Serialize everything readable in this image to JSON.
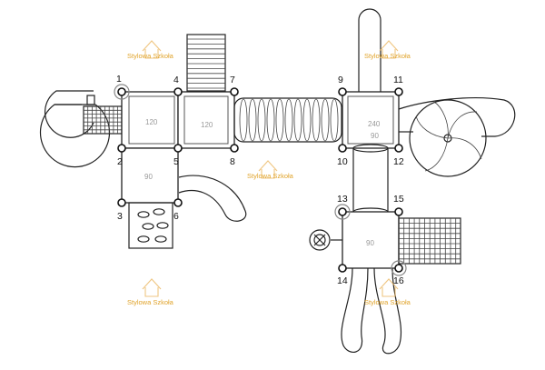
{
  "diagram": {
    "posts": [
      {
        "label": "1",
        "highlight": true
      },
      {
        "label": "2",
        "highlight": false
      },
      {
        "label": "3",
        "highlight": false
      },
      {
        "label": "4",
        "highlight": false
      },
      {
        "label": "5",
        "highlight": false
      },
      {
        "label": "6",
        "highlight": false
      },
      {
        "label": "7",
        "highlight": false
      },
      {
        "label": "8",
        "highlight": false
      },
      {
        "label": "9",
        "highlight": false
      },
      {
        "label": "10",
        "highlight": false
      },
      {
        "label": "11",
        "highlight": false
      },
      {
        "label": "12",
        "highlight": false
      },
      {
        "label": "13",
        "highlight": true
      },
      {
        "label": "14",
        "highlight": false
      },
      {
        "label": "15",
        "highlight": false
      },
      {
        "label": "16",
        "highlight": true
      }
    ],
    "platform_heights": [
      "120",
      "120",
      "90",
      "240",
      "90",
      "90"
    ],
    "watermark": "Stylowa Szkoła",
    "watermark_color": "#e0a32a"
  }
}
